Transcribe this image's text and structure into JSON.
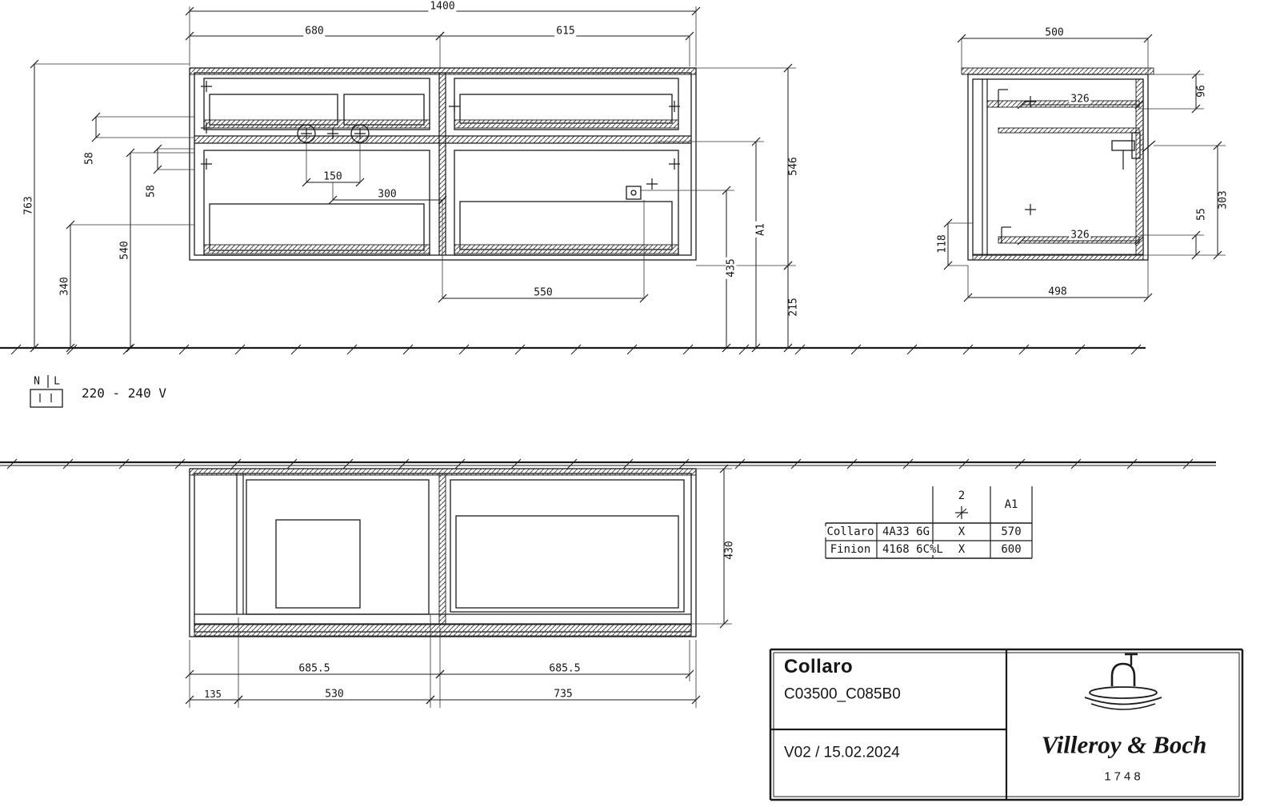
{
  "drawing": {
    "front_view": {
      "total_width": "1400",
      "left_width": "680",
      "right_width": "615",
      "total_height": "763",
      "height_340": "340",
      "height_540": "540",
      "gap_upper": "58",
      "gap_lower": "58",
      "tap_hole_spacing": "150",
      "tap_hole_offset": "300",
      "socket_span": "550",
      "cabinet_height": "546",
      "floor_clearance": "215",
      "socket_height": "435",
      "a1_marker": "A1"
    },
    "side_view": {
      "depth_top": "500",
      "shelf_depth_upper": "326",
      "shelf_depth_lower": "326",
      "depth_bottom": "498",
      "height_118": "118",
      "height_96": "96",
      "height_303": "303",
      "height_55": "55"
    },
    "plan_view": {
      "front_left": "685.5",
      "front_right": "685.5",
      "offset_135": "135",
      "cutout_530": "530",
      "cutout_735": "735",
      "depth_430": "430"
    },
    "electrical": {
      "label_n": "N",
      "label_l": "L",
      "voltage": "220 - 240 V"
    },
    "spec_table": {
      "col3_symbol": "2",
      "col4_header": "A1",
      "rows": [
        {
          "brand": "Collaro",
          "code": "4A33 6G",
          "fits": "X",
          "a1": "570"
        },
        {
          "brand": "Finion",
          "code": "4168 6C%L",
          "fits": "X",
          "a1": "600"
        }
      ]
    },
    "title_block": {
      "product_name": "Collaro",
      "product_code": "C03500_C085B0",
      "version": "V02 / 15.02.2024",
      "brand": "Villeroy & Boch",
      "brand_year": "1748"
    },
    "colors": {
      "line": "#1b1b1b",
      "background": "#ffffff"
    }
  }
}
